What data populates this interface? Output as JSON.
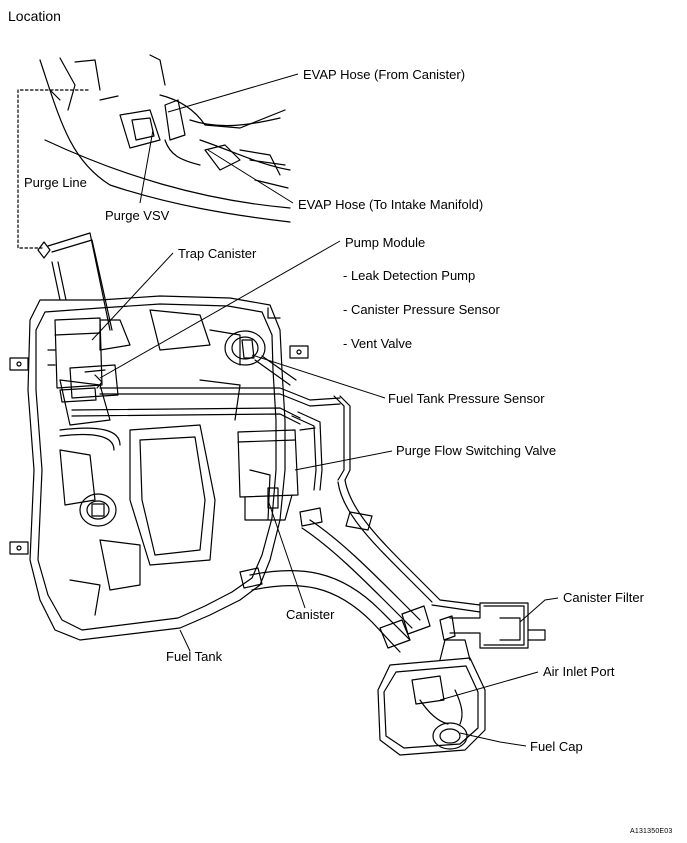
{
  "heading": "Location",
  "labels": {
    "evap_hose_from_canister": "EVAP Hose (From Canister)",
    "purge_line": "Purge Line",
    "purge_vsv": "Purge VSV",
    "evap_hose_to_intake": "EVAP Hose (To Intake Manifold)",
    "trap_canister": "Trap Canister",
    "pump_module": "Pump Module",
    "leak_detection_pump": "- Leak Detection Pump",
    "canister_pressure_sensor": "- Canister Pressure Sensor",
    "vent_valve": "- Vent Valve",
    "fuel_tank_pressure_sensor": "Fuel Tank Pressure Sensor",
    "purge_flow_switching_valve": "Purge Flow Switching Valve",
    "canister": "Canister",
    "canister_filter": "Canister Filter",
    "fuel_tank": "Fuel Tank",
    "air_inlet_port": "Air Inlet Port",
    "fuel_cap": "Fuel Cap"
  },
  "figure_ref": "A131350E03",
  "colors": {
    "ink": "#000000",
    "background": "#ffffff"
  }
}
